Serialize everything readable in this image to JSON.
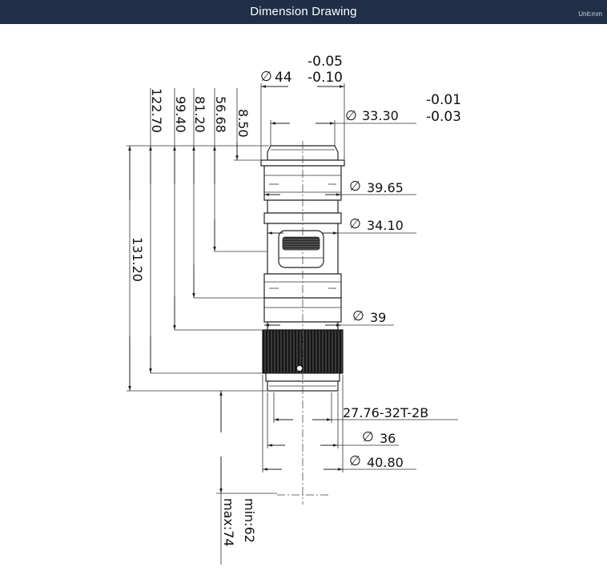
{
  "header": {
    "title": "Dimension Drawing",
    "unit": "Unit:mm"
  },
  "diameter_symbol": "∅",
  "dimensions": {
    "top_diameter": {
      "value": "44",
      "tol_upper": "-0.05",
      "tol_lower": "-0.10"
    },
    "flange_diameter": {
      "value": "33.30",
      "tol_upper": "-0.01",
      "tol_lower": "-0.03"
    },
    "d1": "39.65",
    "d2": "34.10",
    "d3": "39",
    "thread": "27.76-32T-2B",
    "d4": "36",
    "d5": "40.80",
    "h1": "122.70",
    "h2": "99.40",
    "h3": "81.20",
    "h4": "56.68",
    "h5": "8.50",
    "total_length": "131.20",
    "working_distance_min": "min:62",
    "working_distance_max": "max:74"
  },
  "colors": {
    "header_bg": "#1f2f48",
    "header_text": "#ffffff",
    "line": "#222222",
    "knurl": "#141414"
  }
}
